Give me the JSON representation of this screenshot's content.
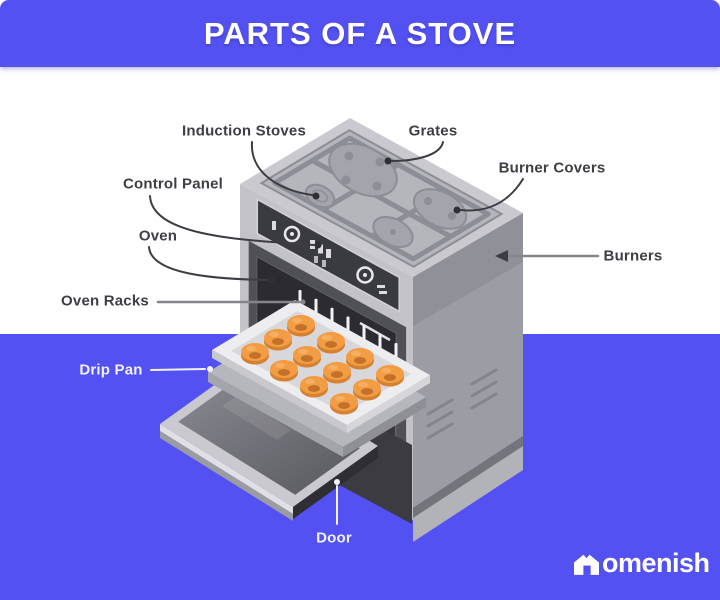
{
  "banner": {
    "title": "PARTS OF A STOVE"
  },
  "labels": {
    "induction_stoves": "Induction Stoves",
    "grates": "Grates",
    "burner_covers": "Burner Covers",
    "control_panel": "Control Panel",
    "oven": "Oven",
    "oven_racks": "Oven Racks",
    "burners": "Burners",
    "drip_pan": "Drip Pan",
    "door": "Door"
  },
  "logo": {
    "brand_text": "omenish",
    "icon": "house-icon"
  },
  "colors": {
    "accent_purple": "#5351F1",
    "label_dark": "#3E3E44",
    "label_light": "#F2F2FB",
    "stove_top": "#C9C9CF",
    "stove_front": "#C2C2C8",
    "stove_side": "#9C9CA4",
    "cooktop_panel": "#B5B5BC",
    "grid_line": "#8D8D95",
    "oven_cavity": "#36363C",
    "cookie_orange": "#F29C44",
    "tray_white": "#EDEDF0",
    "drip_pan_gray": "#B6B6BD"
  }
}
